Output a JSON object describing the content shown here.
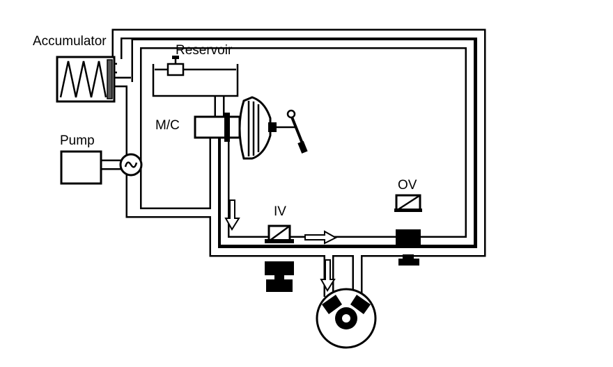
{
  "labels": {
    "accumulator": "Accumulator",
    "reservoir": "Reservoir",
    "master_cylinder": "M/C",
    "pump": "Pump",
    "inlet_valve": "IV",
    "outlet_valve": "OV"
  },
  "colors": {
    "line": "#000000",
    "background": "#ffffff"
  }
}
